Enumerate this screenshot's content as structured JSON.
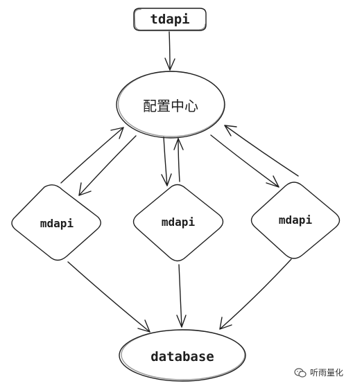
{
  "nodes": {
    "tdapi": "tdapi",
    "config_center": "配置中心",
    "mdapi_left": "mdapi",
    "mdapi_middle": "mdapi",
    "mdapi_right": "mdapi",
    "database": "database"
  },
  "watermark": {
    "text": "听雨量化",
    "icon": "wechat-icon"
  },
  "colors": {
    "stroke": "#1e1e1e",
    "background": "#ffffff"
  }
}
